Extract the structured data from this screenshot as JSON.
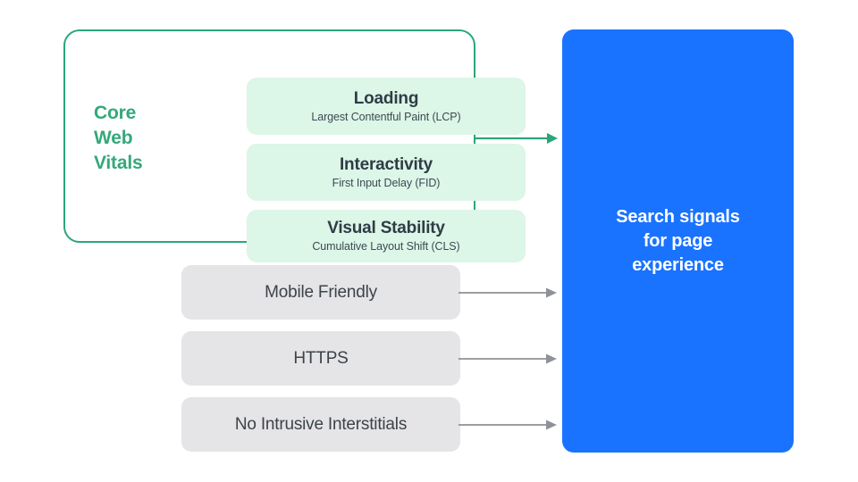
{
  "diagram": {
    "title": "Search signals for page experience",
    "background_color": "#ffffff",
    "group": {
      "label_lines": [
        "Core",
        "Web",
        "Vitals"
      ],
      "border_color": "#2ba678",
      "metrics": [
        {
          "title": "Loading",
          "subtitle": "Largest Contentful Paint (LCP)",
          "fill_color": "#dcf6e7"
        },
        {
          "title": "Interactivity",
          "subtitle": "First Input Delay (FID)",
          "fill_color": "#dcf6e7"
        },
        {
          "title": "Visual Stability",
          "subtitle": "Cumulative Layout Shift (CLS)",
          "fill_color": "#dcf6e7"
        }
      ]
    },
    "signals": [
      {
        "label": "Mobile Friendly",
        "fill_color": "#e5e4e6"
      },
      {
        "label": "HTTPS",
        "fill_color": "#e5e4e6"
      },
      {
        "label": "No Intrusive Interstitials",
        "fill_color": "#e5e4e6"
      }
    ],
    "connectors": [
      {
        "name": "core-web-vitals-arrow",
        "color": "#2ba678"
      },
      {
        "name": "mobile-friendly-arrow",
        "color": "#8e9196"
      },
      {
        "name": "https-arrow",
        "color": "#8e9196"
      },
      {
        "name": "no-intrusive-interstitials-arrow",
        "color": "#8e9196"
      }
    ],
    "outcome": {
      "lines": [
        "Search signals",
        "for page",
        "experience"
      ],
      "fill_color": "#1a73ff",
      "text_color": "#ffffff"
    }
  }
}
